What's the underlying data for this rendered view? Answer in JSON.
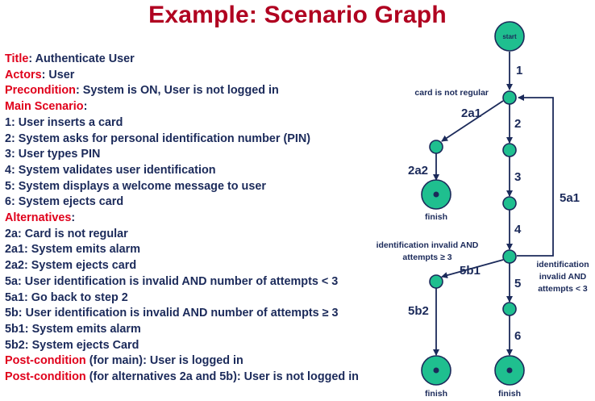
{
  "title": "Example: Scenario Graph",
  "spec": {
    "title_key": "Title",
    "title_val": ": Authenticate User",
    "actors_key": "Actors",
    "actors_val": ": User",
    "pre_key": "Precondition",
    "pre_val": ": System is ON, User is not logged in",
    "main_key": "Main Scenario",
    "main_val": ":",
    "steps": [
      "1: User inserts a card",
      "2: System asks for personal identification number (PIN)",
      "3: User types PIN",
      "4: System validates user identification",
      "5: System displays a welcome message to user",
      "6: System ejects card"
    ],
    "alt_key": "Alternatives",
    "alt_val": ":",
    "alts": [
      "2a: Card is not regular",
      "2a1: System emits alarm",
      "2a2: System ejects card",
      "5a: User identification is invalid AND number of attempts < 3",
      "5a1: Go back to step 2",
      "5b: User identification is invalid AND number of attempts ≥ 3",
      "5b1: System emits alarm",
      "5b2: System ejects Card"
    ],
    "post_key": "Post-condition",
    "post1_val": " (for main): User is logged in",
    "post2_val": " (for alternatives 2a and 5b): User is not logged in"
  },
  "graph": {
    "start_label": "start",
    "finish_label": "finish",
    "edge_labels": {
      "e1": "1",
      "e2": "2",
      "e3": "3",
      "e4": "4",
      "e5": "5",
      "e6": "6",
      "e2a1": "2a1",
      "e2a2": "2a2",
      "e5a1": "5a1",
      "e5b1": "5b1",
      "e5b2": "5b2"
    },
    "conditions": {
      "card_not_regular": "card is not regular",
      "invalid_ge3_line1": "identification invalid AND",
      "invalid_ge3_line2": "attempts ≥ 3",
      "invalid_lt3_line1": "identification",
      "invalid_lt3_line2": "invalid AND",
      "invalid_lt3_line3": "attempts < 3"
    }
  },
  "colors": {
    "title": "#b00020",
    "keyword": "#e0001b",
    "text": "#1b2a5a",
    "node": "#1fbf8f"
  }
}
